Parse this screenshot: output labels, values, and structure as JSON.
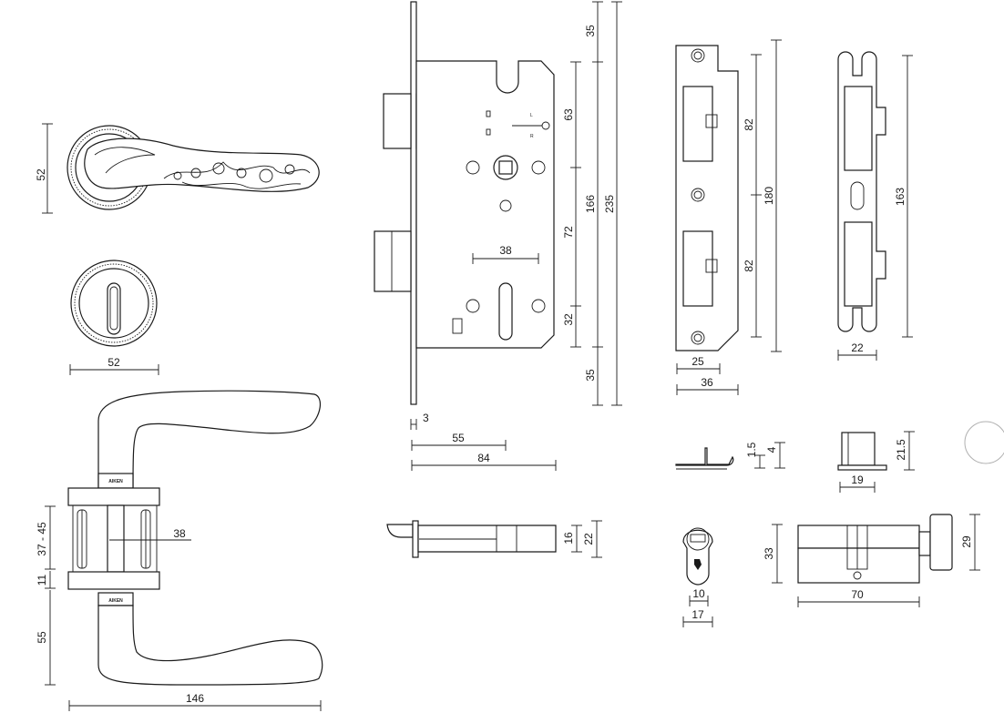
{
  "dimensions": {
    "rose_height": "52",
    "escutcheon_width": "52",
    "handle_length": "146",
    "door_thickness": "37 - 45",
    "spindle_offset": "38",
    "rose_thickness": "11",
    "handle_height": "55",
    "lock_top_margin": "35",
    "lock_upper": "63",
    "lock_middle": "72",
    "lock_lower": "32",
    "lock_bottom_margin": "35",
    "lock_inner": "166",
    "lock_total": "235",
    "lock_center": "38",
    "faceplate_thickness": "3",
    "backset": "55",
    "case_depth": "84",
    "latch_height": "16",
    "latch_face": "22",
    "strike_upper": "82",
    "strike_lower": "82",
    "strike_total": "180",
    "strike_inner_width": "25",
    "strike_width": "36",
    "strip_height": "163",
    "strip_width": "22",
    "lip_thickness": "1.5",
    "lip_height": "4",
    "box_height": "21.5",
    "box_width": "19",
    "cylinder_height": "33",
    "cylinder_length": "70",
    "knob_height": "29",
    "cam_width": "10",
    "profile_width": "17"
  },
  "brand_mark": "AIKEN",
  "direction_marks": {
    "left": "L",
    "right": "R"
  }
}
